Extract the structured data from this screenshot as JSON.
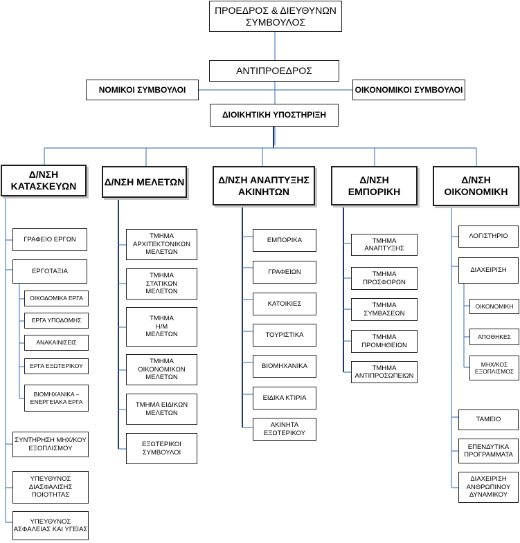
{
  "top": {
    "chairman": "ΠΡΟΕΔΡΟΣ & ΔΙΕΥΘΥΝΩΝ\nΣΥΜΒΟΥΛΟΣ",
    "vice": "ΑΝΤΙΠΡΟΕΔΡΟΣ",
    "legal": "ΝΟΜΙΚΟΙ ΣΥΜΒΟΥΛΟΙ",
    "financial": "ΟΙΚΟΝΟΜΙΚΟΙ ΣΥΜΒΟΥΛΟΙ",
    "admin": "ΔΙΟΙΚΗΤΙΚΗ ΥΠΟΣΤΗΡΙΞΗ"
  },
  "directorates": [
    {
      "title": "Δ/ΝΣΗ\nΚΑΤΑΣΚΕΥΩΝ",
      "items": [
        {
          "label": "ΓΡΑΦΕΙΟ ΕΡΓΩΝ"
        },
        {
          "label": "ΕΡΓΟΤΑΞΙΑ",
          "children": [
            "ΟΙΚΟΔΟΜΙΚΑ ΕΡΓΑ",
            "ΕΡΓΑ ΥΠΟΔΟΜΗΣ",
            "ΑΝΑΚΑΙΝΙΣΕΙΣ",
            "ΕΡΓΑ ΕΞΩΤΕΡΙΚΟΥ",
            "ΒΙΟΜΗΧΑΝΙΚΑ –\nΕΝΕΡΓΕΙΑΚΑ ΕΡΓΑ"
          ]
        },
        {
          "label": "ΣΥΝΤΗΡΗΣΗ ΜΗΧ/ΚΟΥ\nΕΞΟΠΛΙΣΜΟΥ"
        },
        {
          "label": "ΥΠΕΥΘΥΝΟΣ\nΔΙΑΣΦΑΛΙΣΗΣ\nΠΟΙΟΤΗΤΑΣ"
        },
        {
          "label": "ΥΠΕΥΘΥΝΟΣ\nΑΣΦΑΛΕΙΑΣ ΚΑΙ ΥΓΕΙΑΣ"
        }
      ]
    },
    {
      "title": "Δ/ΝΣΗ ΜΕΛΕΤΩΝ",
      "items": [
        {
          "label": "ΤΜΗΜΑ\nΑΡΧΙΤΕΚΤΟΝΙΚΩΝ\nΜΕΛΕΤΩΝ"
        },
        {
          "label": "ΤΜΗΜΑ\nΣΤΑΤΙΚΩΝ\nΜΕΛΕΤΩΝ"
        },
        {
          "label": "ΤΜΗΜΑ\nΗ/Μ\nΜΕΛΕΤΩΝ"
        },
        {
          "label": "ΤΜΗΜΑ\nΟΙΚΟΝΟΜΙΚΩΝ\nΜΕΛΕΤΩΝ"
        },
        {
          "label": "ΤΜΗΜΑ ΕΙΔΙΚΩΝ\nΜΕΛΕΤΩΝ"
        },
        {
          "label": "ΕΞΩΤΕΡΙΚΟΙ\nΣΥΜΒΟΥΛΟΙ"
        }
      ]
    },
    {
      "title": "Δ/ΝΣΗ ΑΝΑΠΤΥΞΗΣ\nΑΚΙΝΗΤΩΝ",
      "items": [
        {
          "label": "ΕΜΠΟΡΙΚΑ"
        },
        {
          "label": "ΓΡΑΦΕΙΩΝ"
        },
        {
          "label": "ΚΑΤΟΙΚΙΕΣ"
        },
        {
          "label": "ΤΟΥΡΙΣΤΙΚΑ"
        },
        {
          "label": "ΒΙΟΜΗΧΑΝΙΚΑ"
        },
        {
          "label": "ΕΙΔΙΚΑ ΚΤΙΡΙΑ"
        },
        {
          "label": "ΑΚΙΝΗΤΑ\nΕΞΩΤΕΡΙΚΟΥ"
        }
      ]
    },
    {
      "title": "Δ/ΝΣΗ ΕΜΠΟΡΙΚΗ",
      "items": [
        {
          "label": "ΤΜΗΜΑ\nΑΝΑΠΤΥΞΗΣ"
        },
        {
          "label": "ΤΜΗΜΑ\nΠΡΟΣΦΟΡΩΝ"
        },
        {
          "label": "ΤΜΗΜΑ\nΣΥΜΒΑΣΕΩΝ"
        },
        {
          "label": "ΤΜΗΜΑ\nΠΡΟΜΗΘΕΙΩΝ"
        },
        {
          "label": "ΤΜΗΜΑ\nΑΝΤΙΠΡΟΣΩΠΕΙΩΝ"
        }
      ]
    },
    {
      "title": "Δ/ΝΣΗ\nΟΙΚΟΝΟΜΙΚΗ",
      "items": [
        {
          "label": "ΛΟΓΙΣΤΗΡΙΟ"
        },
        {
          "label": "ΔΙΑΧΕΙΡΙΣΗ",
          "children": [
            "ΟΙΚΟΝΟΜΙΚΗ",
            "ΑΠΟΘΗΚΕΣ",
            "ΜΗΧ/ΚΟΣ\nΕΞΟΠΛΙΣΜΟΣ"
          ]
        },
        {
          "label": "ΤΑΜΕΙΟ"
        },
        {
          "label": "ΕΠΕΝΔΥΤΙΚΑ\nΠΡΟΓΡΑΜΜΑΤΑ"
        },
        {
          "label": "ΔΙΑΧΕΙΡΙΣΗ\nΑΝΘΡΩΠΙΝΟΥ\nΔΥΝΑΜΙΚΟΥ"
        }
      ]
    }
  ],
  "colors": {
    "connector": "#4f81bd",
    "connector_dark": "#1f3864",
    "border": "#1f1f1f",
    "shadow": "#c6c6c6"
  }
}
